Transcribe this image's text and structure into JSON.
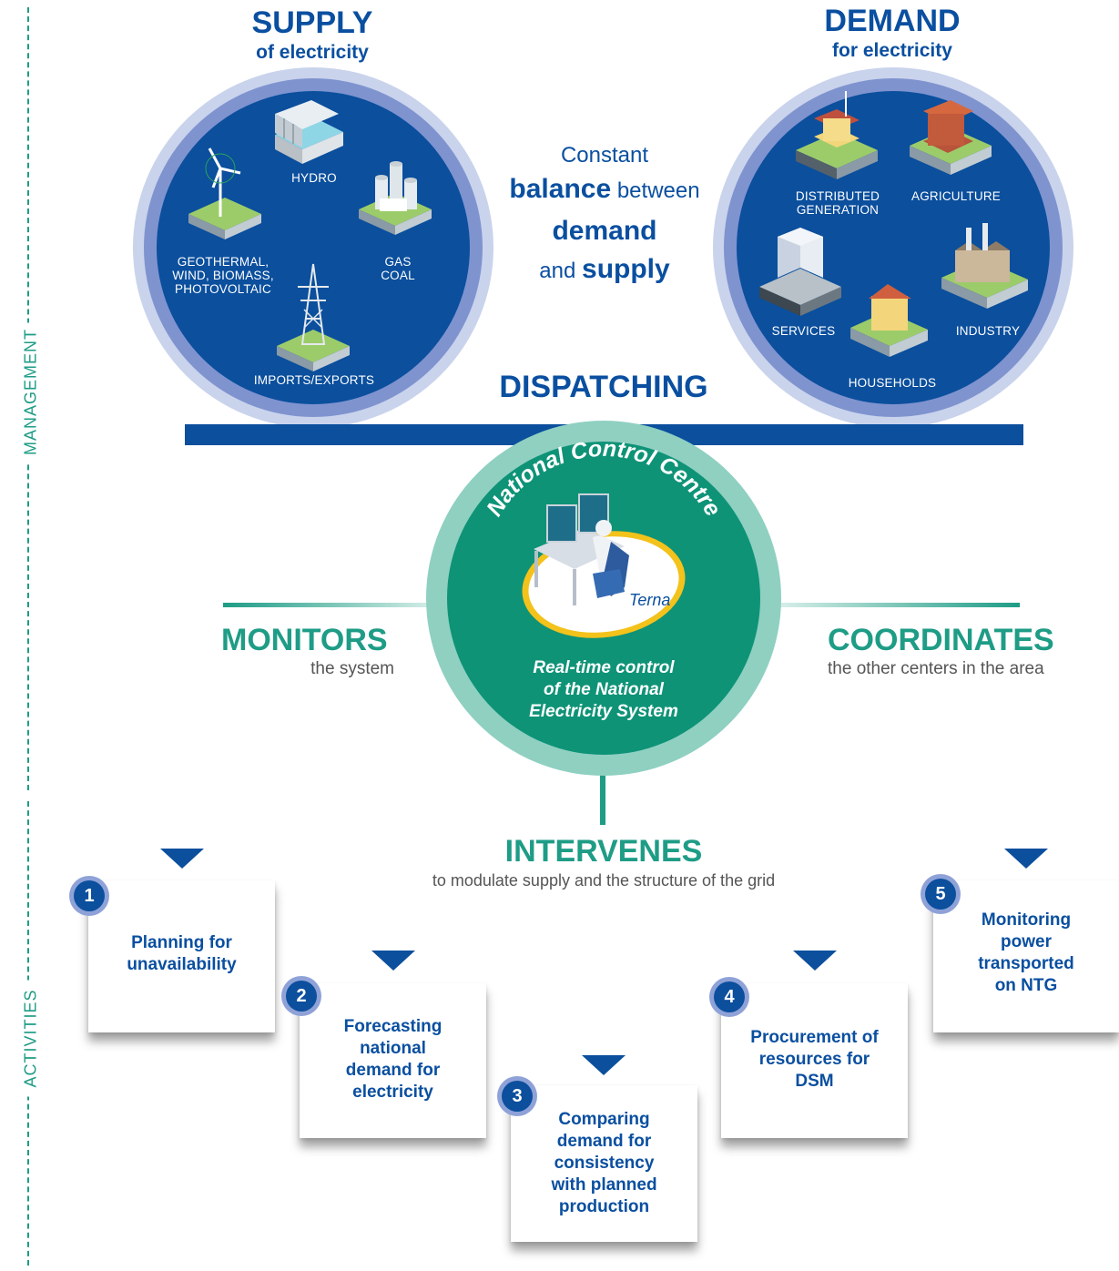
{
  "sidebar": {
    "management_label": "MANAGEMENT",
    "activities_label": "ACTIVITIES"
  },
  "supply": {
    "title": "SUPPLY",
    "subtitle": "of electricity",
    "labels": {
      "hydro": "HYDRO",
      "geothermal": "GEOTHERMAL,\nWIND, BIOMASS,\nPHOTOVOLTAIC",
      "gas_coal": "GAS\nCOAL",
      "imports": "IMPORTS/EXPORTS"
    }
  },
  "demand": {
    "title": "DEMAND",
    "subtitle": "for electricity",
    "labels": {
      "distributed": "DISTRIBUTED\nGENERATION",
      "agriculture": "AGRICULTURE",
      "services": "SERVICES",
      "industry": "INDUSTRY",
      "households": "HOUSEHOLDS"
    }
  },
  "balance": {
    "line1": "Constant",
    "line2_bold": "balance",
    "line2_rest": " between",
    "line3": "demand",
    "line4_pre": "and ",
    "line4_bold": "supply"
  },
  "dispatching": "DISPATCHING",
  "control_centre": {
    "arc_text": "National Control Centre",
    "logo": "Terna",
    "description_lines": [
      "Real-time control",
      "of the National",
      "Electricity System"
    ]
  },
  "monitors": {
    "title": "MONITORS",
    "subtitle": "the system"
  },
  "coordinates": {
    "title": "COORDINATES",
    "subtitle": "the other centers in the area"
  },
  "intervenes": {
    "title": "INTERVENES",
    "subtitle": "to modulate supply and the structure of the grid"
  },
  "activities": [
    {
      "number": "1",
      "text": "Planning for\nunavailability"
    },
    {
      "number": "2",
      "text": "Forecasting\nnational\ndemand for\nelectricity"
    },
    {
      "number": "3",
      "text": "Comparing\ndemand for\nconsistency\nwith planned\nproduction"
    },
    {
      "number": "4",
      "text": "Procurement of\nresources for\nDSM"
    },
    {
      "number": "5",
      "text": "Monitoring\npower\ntransported\non NTG"
    }
  ],
  "colors": {
    "blue": "#0b4f9d",
    "teal": "#1e9c86",
    "light_teal": "#8fd0c1",
    "ring": "#c9d3ec"
  }
}
